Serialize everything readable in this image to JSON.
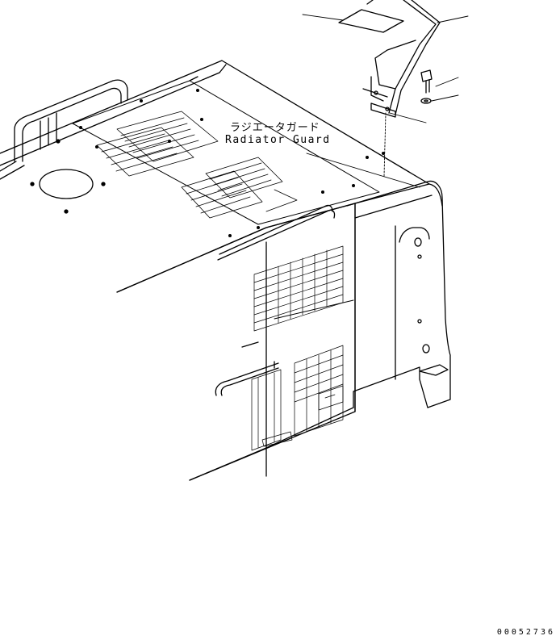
{
  "annotation": {
    "japanese": "ラジエータガード",
    "english": "Radiator Guard"
  },
  "drawing_number": "00052736",
  "line_color": "#000000",
  "background": "#ffffff"
}
